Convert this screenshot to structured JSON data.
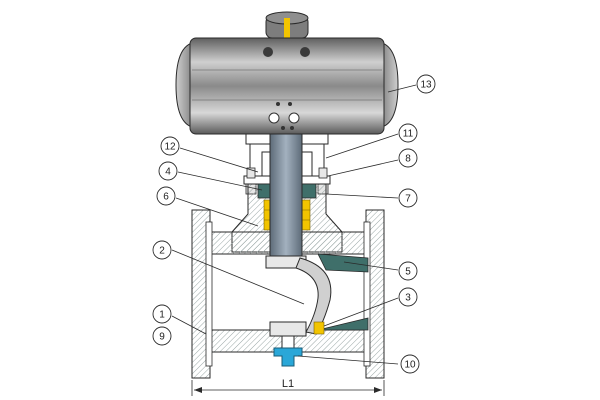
{
  "diagram": {
    "callouts": [
      {
        "id": "c13",
        "label": "13"
      },
      {
        "id": "c11",
        "label": "11"
      },
      {
        "id": "c12",
        "label": "12"
      },
      {
        "id": "c8",
        "label": "8"
      },
      {
        "id": "c4",
        "label": "4"
      },
      {
        "id": "c7",
        "label": "7"
      },
      {
        "id": "c6",
        "label": "6"
      },
      {
        "id": "c2",
        "label": "2"
      },
      {
        "id": "c5",
        "label": "5"
      },
      {
        "id": "c3",
        "label": "3"
      },
      {
        "id": "c1",
        "label": "1"
      },
      {
        "id": "c9",
        "label": "9"
      },
      {
        "id": "c10",
        "label": "10"
      }
    ],
    "dimension_label": "L1"
  },
  "colors": {
    "outline": "#2a2a2a",
    "body_fill": "#ffffff",
    "actuator_dark": "#6e6e6e",
    "actuator_light": "#d9d9d9",
    "stem": "#7f8fa0",
    "seal_teal": "#3f6f6a",
    "packing_yellow": "#f2c400",
    "drain_blue": "#2aa7d8"
  }
}
